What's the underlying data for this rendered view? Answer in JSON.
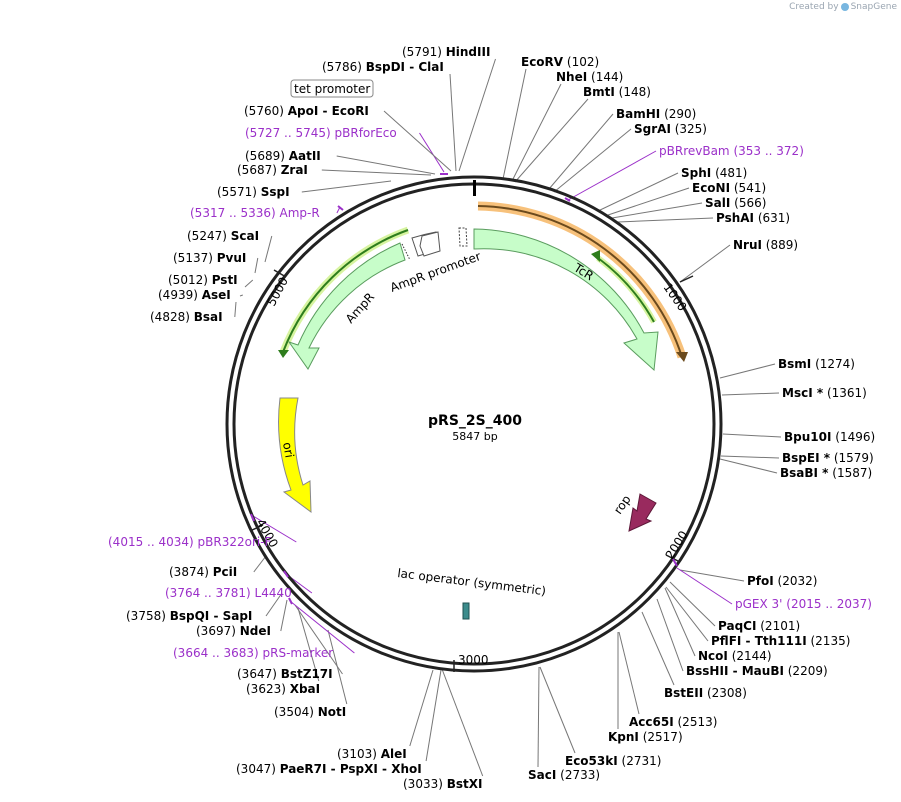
{
  "header": {
    "credit_prefix": "Created by",
    "credit_brand": "SnapGene"
  },
  "plasmid": {
    "name": "pRS_2S_400",
    "length_label": "5847 bp",
    "length": 5847
  },
  "ticks": [
    "1000",
    "2000",
    "3000",
    "4000",
    "5000"
  ],
  "features": [
    {
      "name": "TcR",
      "color": "#c7fdc9"
    },
    {
      "name": "AmpR",
      "color": "#c7fdc9"
    },
    {
      "name": "AmpR promoter",
      "color": "#ffffff"
    },
    {
      "name": "ori",
      "color": "#ffff00"
    },
    {
      "name": "rop",
      "color": "#992a5e"
    },
    {
      "name": "lac operator (symmetric)",
      "color": "#3c8c8c"
    },
    {
      "name": "tet promoter",
      "color": "#ffffff"
    }
  ],
  "sites": [
    {
      "pos": "(102)",
      "name": "EcoRV"
    },
    {
      "pos": "(144)",
      "name": "NheI"
    },
    {
      "pos": "(148)",
      "name": "BmtI"
    },
    {
      "pos": "(290)",
      "name": "BamHI"
    },
    {
      "pos": "(325)",
      "name": "SgrAI"
    },
    {
      "pos": "(353 .. 372)",
      "name": "pBRrevBam"
    },
    {
      "pos": "(481)",
      "name": "SphI"
    },
    {
      "pos": "(541)",
      "name": "EcoNI"
    },
    {
      "pos": "(566)",
      "name": "SalI"
    },
    {
      "pos": "(631)",
      "name": "PshAI"
    },
    {
      "pos": "(889)",
      "name": "NruI"
    },
    {
      "pos": "(1274)",
      "name": "BsmI"
    },
    {
      "pos": "(1361)",
      "name": "MscI *"
    },
    {
      "pos": "(1496)",
      "name": "Bpu10I"
    },
    {
      "pos": "(1579)",
      "name": "BspEI *"
    },
    {
      "pos": "(1587)",
      "name": "BsaBI *"
    },
    {
      "pos": "(2032)",
      "name": "PfoI"
    },
    {
      "pos": "(2015 .. 2037)",
      "name": "pGEX 3'"
    },
    {
      "pos": "(2101)",
      "name": "PaqCI"
    },
    {
      "pos": "(2135)",
      "name": "PflFI - Tth111I"
    },
    {
      "pos": "(2144)",
      "name": "NcoI"
    },
    {
      "pos": "(2209)",
      "name": "BssHII - MauBI"
    },
    {
      "pos": "(2308)",
      "name": "BstEII"
    },
    {
      "pos": "(2513)",
      "name": "Acc65I"
    },
    {
      "pos": "(2517)",
      "name": "KpnI"
    },
    {
      "pos": "(2731)",
      "name": "Eco53kI"
    },
    {
      "pos": "(2733)",
      "name": "SacI"
    },
    {
      "pos": "(3033)",
      "name": "BstXI"
    },
    {
      "pos": "(3047)",
      "name": "PaeR7I - PspXI - XhoI"
    },
    {
      "pos": "(3103)",
      "name": "AleI"
    },
    {
      "pos": "(3504)",
      "name": "NotI"
    },
    {
      "pos": "(3623)",
      "name": "XbaI"
    },
    {
      "pos": "(3647)",
      "name": "BstZ17I"
    },
    {
      "pos": "(3664 .. 3683)",
      "name": "pRS-marker"
    },
    {
      "pos": "(3697)",
      "name": "NdeI"
    },
    {
      "pos": "(3758)",
      "name": "BspQI - SapI"
    },
    {
      "pos": "(3764 .. 3781)",
      "name": "L4440"
    },
    {
      "pos": "(3874)",
      "name": "PciI"
    },
    {
      "pos": "(4015 .. 4034)",
      "name": "pBR322ori-F"
    },
    {
      "pos": "(4828)",
      "name": "BsaI"
    },
    {
      "pos": "(4939)",
      "name": "AseI"
    },
    {
      "pos": "(5012)",
      "name": "PstI"
    },
    {
      "pos": "(5137)",
      "name": "PvuI"
    },
    {
      "pos": "(5247)",
      "name": "ScaI"
    },
    {
      "pos": "(5317 .. 5336)",
      "name": "Amp-R"
    },
    {
      "pos": "(5571)",
      "name": "SspI"
    },
    {
      "pos": "(5687)",
      "name": "ZraI"
    },
    {
      "pos": "(5689)",
      "name": "AatII"
    },
    {
      "pos": "(5727 .. 5745)",
      "name": "pBRforEco"
    },
    {
      "pos": "(5760)",
      "name": "ApoI - EcoRI"
    },
    {
      "pos": "(5786)",
      "name": "BspDI - ClaI"
    },
    {
      "pos": "(5791)",
      "name": "HindIII"
    }
  ]
}
